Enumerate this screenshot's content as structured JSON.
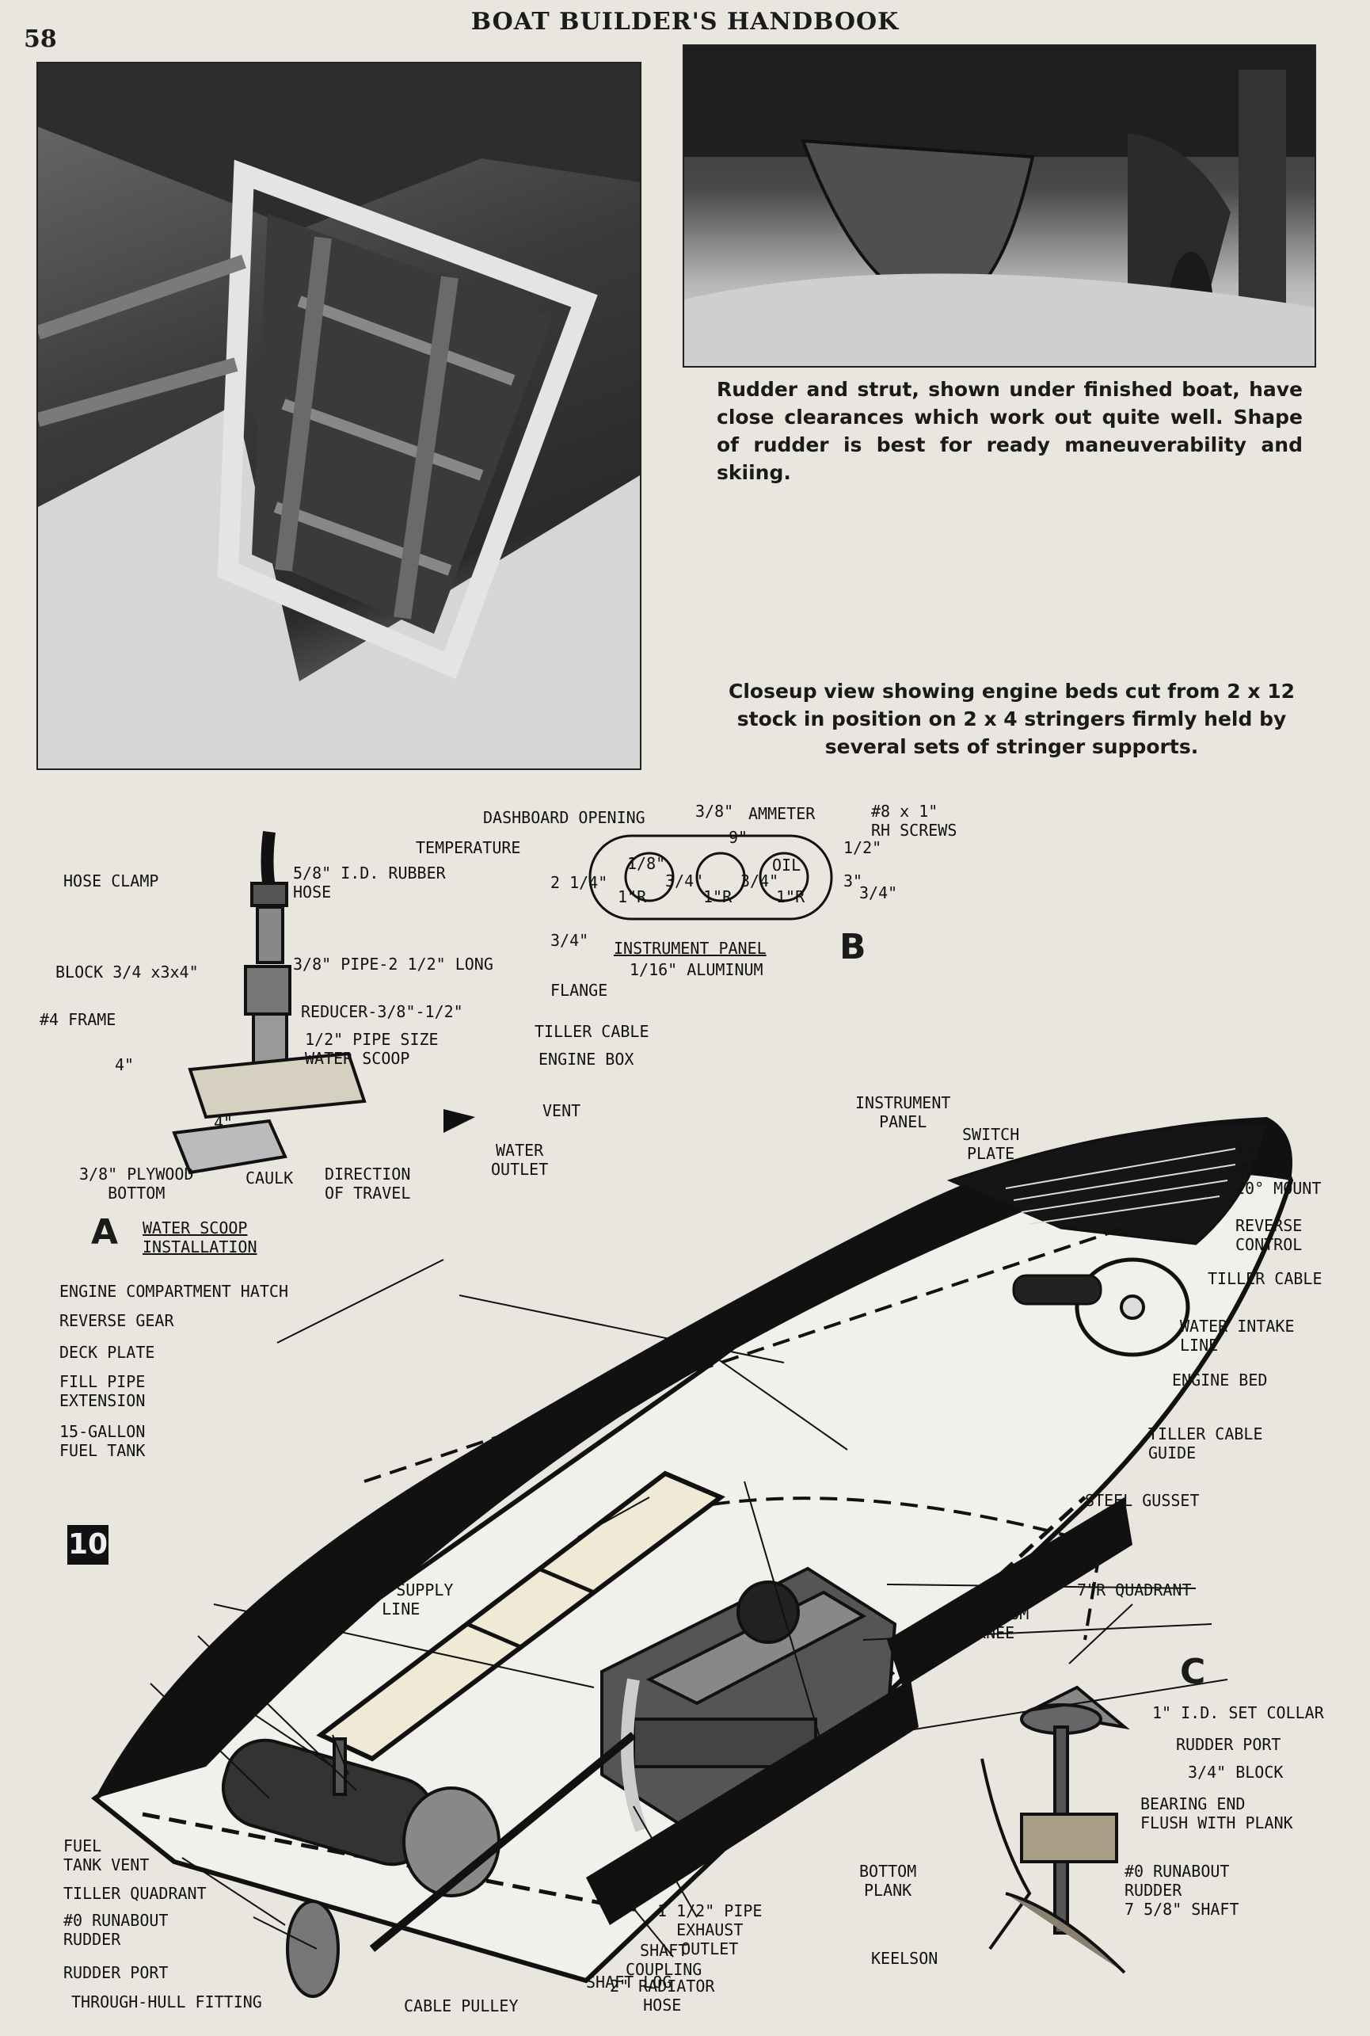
{
  "header": {
    "page_number": "58",
    "running_head": "BOAT BUILDER'S HANDBOOK"
  },
  "captions": {
    "rudder": "Rudder and strut, shown under finished boat, have close clearances which work out quite well. Shape of rudder is best for ready maneuverability and skiing.",
    "engine_beds": "Closeup view showing engine beds cut from 2 x 12 stock in position on 2 x 4 stringers firmly held by several sets of stringer supports."
  },
  "figure": {
    "number": "10",
    "detail_a": {
      "letter": "A",
      "title": "WATER SCOOP\nINSTALLATION",
      "labels": {
        "hose_clamp": "HOSE CLAMP",
        "rubber_hose": "5/8\" I.D. RUBBER\nHOSE",
        "block": "BLOCK 3/4 x3x4\"",
        "pipe": "3/8\" PIPE-2 1/2\" LONG",
        "frame": "#4 FRAME",
        "reducer": "REDUCER-3/8\"-1/2\"",
        "water_scoop": "1/2\" PIPE SIZE\nWATER SCOOP",
        "dim_4a": "4\"",
        "dim_4b": "4\"",
        "plywood": "3/8\" PLYWOOD\nBOTTOM",
        "caulk": "CAULK",
        "direction": "DIRECTION\nOF TRAVEL"
      }
    },
    "detail_b": {
      "letter": "B",
      "title": "INSTRUMENT PANEL",
      "subtitle": "1/16\" ALUMINUM",
      "labels": {
        "dashboard": "DASHBOARD OPENING",
        "dim_3_8": "3/8\"",
        "ammeter": "AMMETER",
        "screws": "#8 x 1\"\nRH SCREWS",
        "temperature": "TEMPERATURE",
        "dim_9": "9\"",
        "dim_1_2": "1/2\"",
        "dim_1_8": "1/8\"",
        "oil": "OIL",
        "dim_2_1_4": "2 1/4\"",
        "r1": "1\"R",
        "r2": "1\"R",
        "r3": "1\"R",
        "dim_3_4a": "3/4\"",
        "dim_3_4b": "3/4\"",
        "dim_3_4c": "3/4\"",
        "dim_3_4d": "3/4\"",
        "dim_3": "3\"",
        "flange": "FLANGE"
      }
    },
    "detail_c": {
      "letter": "C",
      "labels": {
        "quadrant": "7\"R QUADRANT",
        "transom_knee": "TRANSOM\nKNEE",
        "set_collar": "1\" I.D. SET COLLAR",
        "rudder_port": "RUDDER PORT",
        "block": "3/4\" BLOCK",
        "bearing_end": "BEARING END\nFLUSH WITH PLANK",
        "bottom_plank": "BOTTOM\nPLANK",
        "runabout_shaft": "#0 RUNABOUT\nRUDDER\n7 5/8\" SHAFT",
        "keelson": "KEELSON"
      }
    },
    "main_labels": {
      "tiller_cable": "TILLER CABLE",
      "engine_box": "ENGINE BOX",
      "vent": "VENT",
      "water_outlet": "WATER\nOUTLET",
      "instrument_panel": "INSTRUMENT\nPANEL",
      "switch_plate": "SWITCH\nPLATE",
      "wheel": "15\" D\nWHEEL\n20° MOUNT",
      "reverse_control": "REVERSE\nCONTROL",
      "tiller_cable_2": "TILLER CABLE",
      "engine_hatch": "ENGINE COMPARTMENT HATCH",
      "reverse_gear": "REVERSE GEAR",
      "deck_plate": "DECK PLATE",
      "fill_pipe": "FILL PIPE\nEXTENSION",
      "fuel_tank": "15-GALLON\nFUEL TANK",
      "water_intake": "WATER INTAKE\nLINE",
      "engine_bed": "ENGINE BED",
      "tiller_guide": "TILLER CABLE\nGUIDE",
      "steel_gusset": "STEEL GUSSET",
      "fuel_supply": "FUEL SUPPLY\nLINE",
      "exhaust": "1 1/2\" PIPE\nEXHAUST\nOUTLET",
      "fuel_vent": "FUEL\nTANK VENT",
      "tiller_quadrant": "TILLER QUADRANT",
      "runabout_rudder": "#0 RUNABOUT\nRUDDER",
      "rudder_port": "RUDDER PORT",
      "through_hull": "THROUGH-HULL FITTING",
      "cable_pulley": "CABLE PULLEY",
      "shaft_coupling": "SHAFT\nCOUPLING",
      "shaft_log": "SHAFT LOG",
      "radiator_hose": "2\" RADIATOR\nHOSE"
    }
  }
}
